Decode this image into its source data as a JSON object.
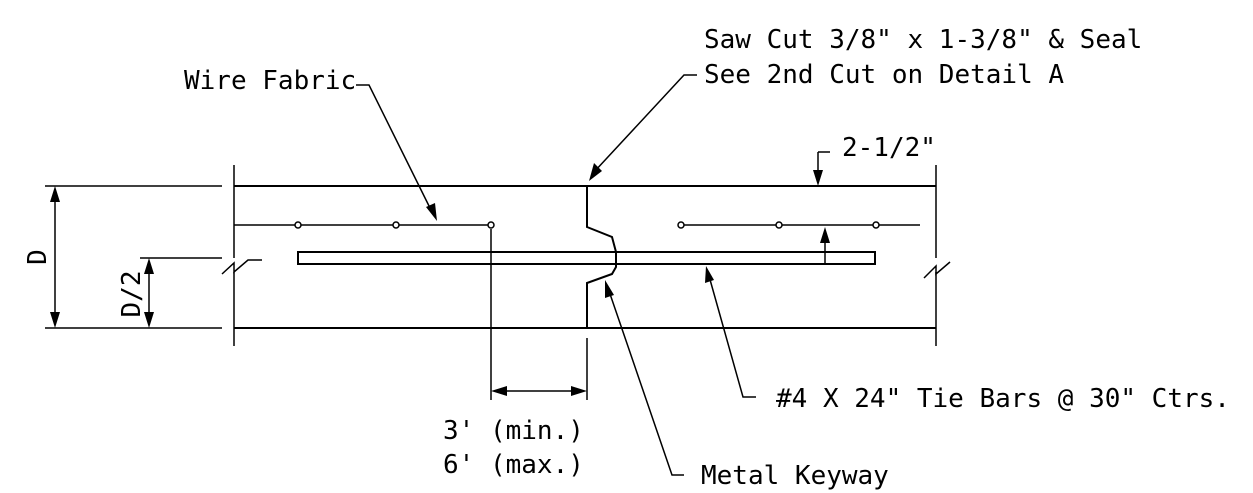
{
  "labels": {
    "saw_cut_line1": "Saw Cut 3/8\" x 1-3/8\" & Seal",
    "saw_cut_line2": "See 2nd Cut on Detail A",
    "wire_fabric": "Wire Fabric",
    "cover": "2-1/2\"",
    "depth": "D",
    "half_depth": "D/2",
    "tie_bars": "#4 X 24\" Tie Bars @ 30\" Ctrs.",
    "spacing_min": "3' (min.)",
    "spacing_max": "6' (max.)",
    "keyway": "Metal Keyway"
  },
  "colors": {
    "line": "#000000",
    "background": "#ffffff"
  }
}
